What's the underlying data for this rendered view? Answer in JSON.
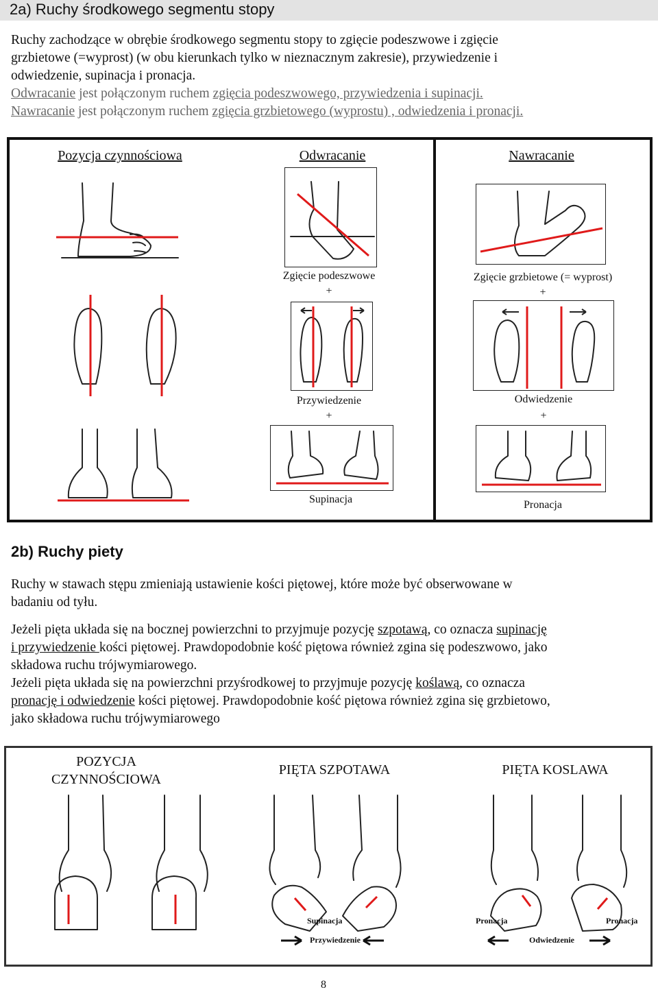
{
  "section_a": {
    "title": "2a) Ruchy środkowego segmentu stopy",
    "p1": "Ruchy zachodzące w obrębie środkowego segmentu stopy to zgięcie podeszwowe i zgięcie",
    "p2": "grzbietowe (=wyprost) (w obu kierunkach tylko w nieznacznym zakresie), przywiedzenie i",
    "p3": "odwiedzenie, supinacja i pronacja.",
    "l1_a": "Odwracanie",
    "l1_b": " jest połączonym ruchem ",
    "l1_c": "zgięcia podeszwowego, przywiedzenia i supinacji.",
    "l2_a": "Nawracanie",
    "l2_b": " jest połączonym ruchem ",
    "l2_c": "zgięcia grzbietowego (wyprostu) , odwiedzenia i pronacji."
  },
  "figure_a": {
    "col1": "Pozycja czynnościowa",
    "col2": "Odwracanie",
    "col3": "Nawracanie",
    "plantar": "Zgięcie podeszwowe",
    "dorsal": "Zgięcie grzbietowe (= wyprost)",
    "plus": "+",
    "adduction": "Przywiedzenie",
    "abduction": "Odwiedzenie",
    "supination": "Supinacja",
    "pronation": "Pronacja"
  },
  "section_b": {
    "title": "2b) Ruchy piety",
    "p1": "Ruchy w stawach stępu zmieniają ustawienie kości piętowej, które może być obserwowane w",
    "p2": "badaniu od tyłu.",
    "q1_a": "Jeżeli pięta układa się na bocznej powierzchni to przyjmuje pozycję ",
    "q1_b": "szpotawą",
    "q1_c": ", co oznacza ",
    "q1_d": "supinację",
    "q2_a": "i przywiedzenie ",
    "q2_b": "kości piętowej. Prawdopodobnie kość piętowa również zgina się podeszwowo, jako",
    "q3": "składowa ruchu trójwymiarowego.",
    "r1_a": "Jeżeli pięta układa się na powierzchni przyśrodkowej to przyjmuje pozycję ",
    "r1_b": "koślawą",
    "r1_c": ", co oznacza",
    "r2_a": "pronację i odwiedzenie",
    "r2_b": " kości piętowej. Prawdopodobnie kość piętowa również zgina się grzbietowo,",
    "r3": "jako składowa ruchu trójwymiarowego"
  },
  "figure_b": {
    "col1_l1": "POZYCJA",
    "col1_l2": "CZYNNOŚCIOWA",
    "col2": "PIĘTA SZPOTAWA",
    "col3": "PIĘTA KOSLAWA",
    "supination": "Supinacja",
    "adduction": "Przywiedzenie",
    "pronation_left": "Pronacja",
    "pronation_right": "Pronacja",
    "abduction": "Odwiedzenie"
  },
  "page_number": "8",
  "colors": {
    "red": "#e01a1a",
    "header_bg": "#e3e3e3"
  }
}
